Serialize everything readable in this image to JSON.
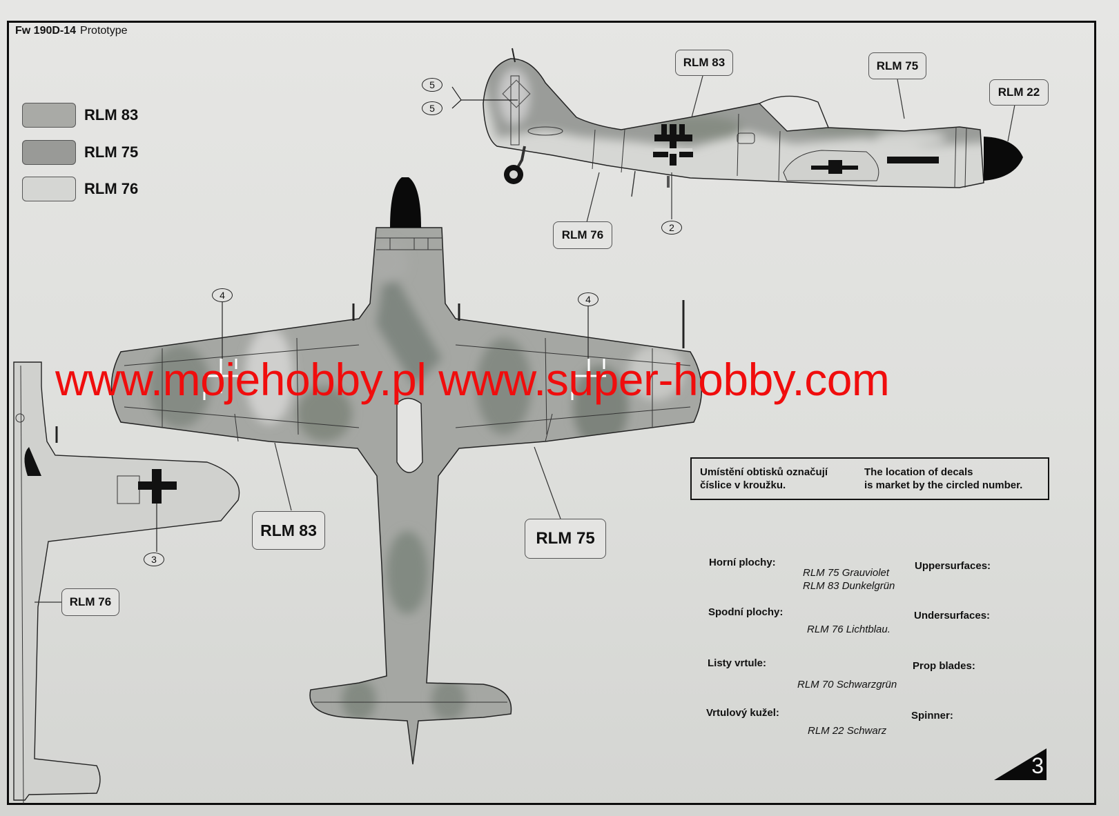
{
  "header": {
    "model": "Fw 190D-14",
    "subtitle": "Prototype"
  },
  "legend": [
    {
      "label": "RLM 83",
      "color": "#a9aaa6"
    },
    {
      "label": "RLM 75",
      "color": "#999a97"
    },
    {
      "label": "RLM 76",
      "color": "#d5d6d3"
    }
  ],
  "colors": {
    "rlm83": "#8e9489",
    "rlm75": "#9c9b9d",
    "rlm76": "#d6d7d4",
    "rlm22": "#0a0a0a",
    "watermark": "#f00d0d"
  },
  "callouts": {
    "side_rlm83": "RLM 83",
    "side_rlm75": "RLM 75",
    "side_rlm22": "RLM 22",
    "side_rlm76": "RLM 76",
    "top_rlm83": "RLM 83",
    "top_rlm75": "RLM 75",
    "under_rlm76": "RLM 76"
  },
  "decal_markers": {
    "tail_upper": "5",
    "tail_lower": "5",
    "fuselage_cross": "2",
    "wing_left": "4",
    "wing_right": "4",
    "underwing_cross": "3"
  },
  "note": {
    "cz": [
      "Umístění obtisků označují",
      "číslice v kroužku."
    ],
    "en": [
      "The location of decals",
      "is market by the circled number."
    ]
  },
  "paint_table": [
    {
      "cz": "Horní plochy:",
      "en": "Uppersurfaces:",
      "values": [
        "RLM 75 Grauviolet",
        "RLM 83 Dunkelgrün"
      ]
    },
    {
      "cz": "Spodní plochy:",
      "en": "Undersurfaces:",
      "values": [
        "RLM 76 Lichtblau."
      ]
    },
    {
      "cz": "Listy vrtule:",
      "en": "Prop blades:",
      "values": [
        "RLM 70 Schwarzgrün"
      ]
    },
    {
      "cz": "Vrtulový kužel:",
      "en": "Spinner:",
      "values": [
        "RLM 22 Schwarz"
      ]
    }
  ],
  "watermark": "www.mojehobby.pl www.super-hobby.com",
  "page_number": "3"
}
